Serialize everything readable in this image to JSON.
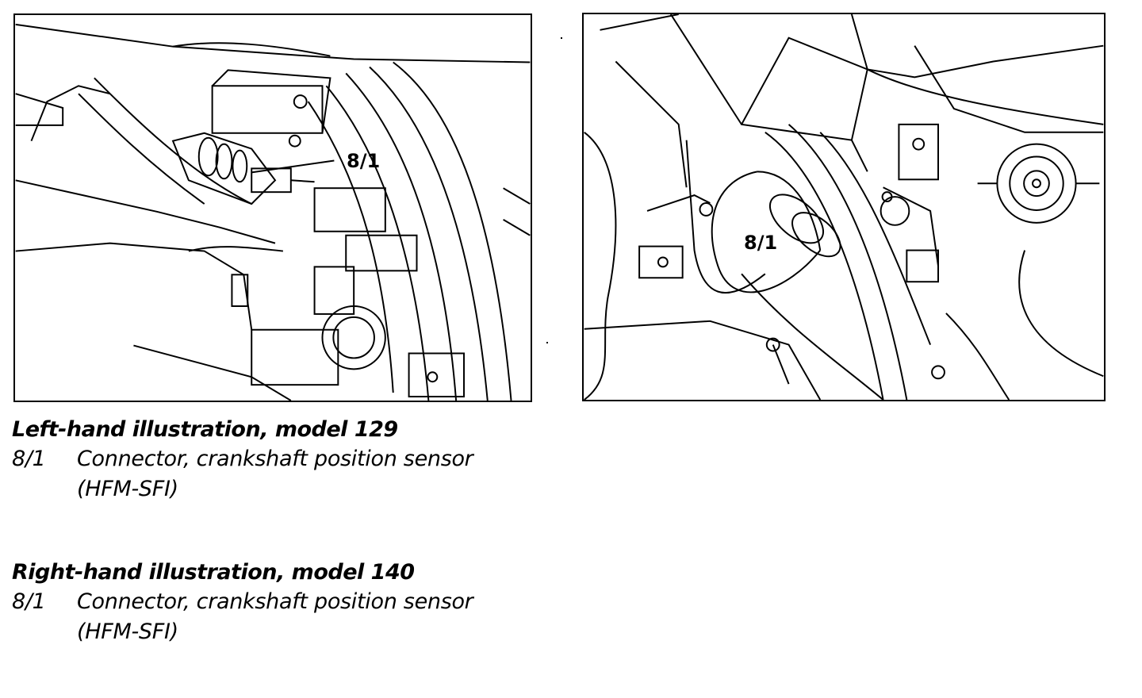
{
  "figures": [
    {
      "id": "left",
      "callout": "8/1"
    },
    {
      "id": "right",
      "callout": "8/1"
    }
  ],
  "captions": [
    {
      "heading": "Left-hand illustration, model 129",
      "code": "8/1",
      "line1": "Connector, crankshaft position sensor",
      "line2": "(HFM-SFI)"
    },
    {
      "heading": "Right-hand illustration, model 140",
      "code": "8/1",
      "line1": "Connector, crankshaft position sensor",
      "line2": "(HFM-SFI)"
    }
  ]
}
